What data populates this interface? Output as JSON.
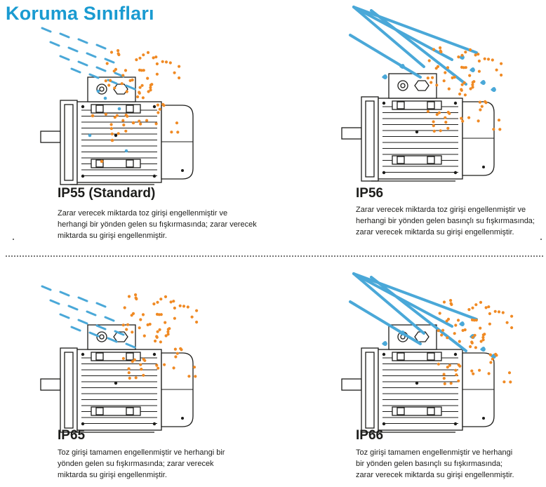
{
  "title": "Koruma Sınıfları",
  "colors": {
    "accent": "#1a9bd1",
    "dust": "#f08a24",
    "water": "#4aa8d8",
    "outline": "#1d1d1b"
  },
  "panels": [
    {
      "code": "IP55 (Standard)",
      "lines": [
        "Zarar verecek miktarda toz girişi engellenmiştir ve",
        "herhangi bir yönden gelen su fışkırmasında; zarar verecek",
        "miktarda su girişi engellenmiştir."
      ],
      "water_icon": "water-spray-icon"
    },
    {
      "code": "IP56",
      "lines": [
        "Zarar verecek miktarda toz girişi engellenmiştir ve",
        "herhangi bir yönden gelen basınçlı su fışkırmasında;",
        "zarar verecek miktarda su girişi engellenmiştir."
      ],
      "water_icon": "pressure-jet-icon"
    },
    {
      "code": "IP65",
      "lines": [
        "Toz girişi tamamen engellenmiştir ve herhangi bir",
        "yönden gelen su fışkırmasında; zarar verecek",
        "miktarda su girişi engellenmiştir."
      ],
      "water_icon": "water-spray-icon"
    },
    {
      "code": "IP66",
      "lines": [
        "Toz girişi tamamen engellenmiştir ve herhangi",
        "bir yönden gelen basınçlı su fışkırmasında;",
        "zarar verecek miktarda su girişi engellenmiştir."
      ],
      "water_icon": "pressure-jet-icon"
    }
  ]
}
